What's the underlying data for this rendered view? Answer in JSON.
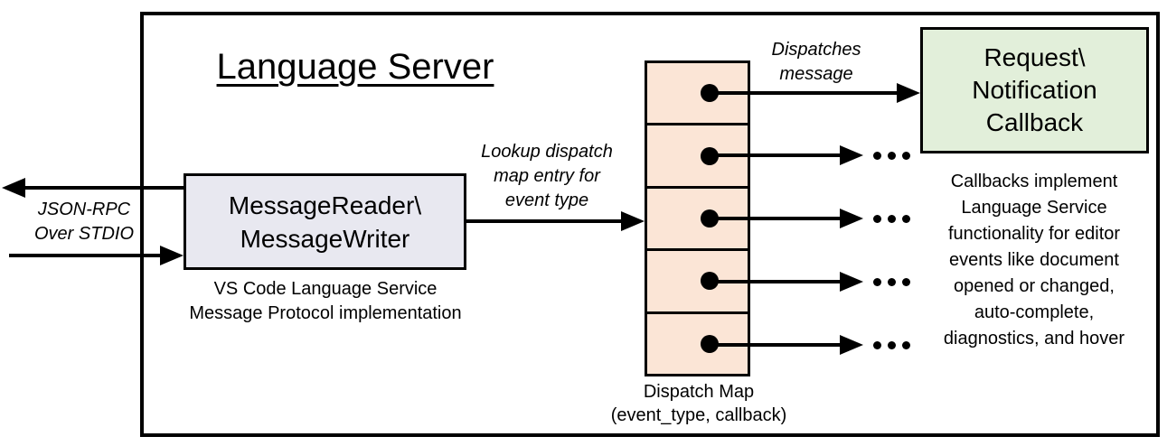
{
  "title": "Language Server",
  "stdio": {
    "label_line1": "JSON-RPC",
    "label_line2": "Over STDIO"
  },
  "message_box": {
    "line1": "MessageReader\\",
    "line2": "MessageWriter",
    "caption_line1": "VS Code Language Service",
    "caption_line2": "Message Protocol implementation"
  },
  "lookup_label": {
    "line1": "Lookup dispatch",
    "line2": "map entry for",
    "line3": "event type"
  },
  "dispatch_label": {
    "line1": "Dispatches",
    "line2": "message"
  },
  "dispatch_map": {
    "row_count": 5,
    "ellipsis": "...",
    "caption_line1": "Dispatch Map",
    "caption_line2": "(event_type, callback)"
  },
  "callback_box": {
    "line1": "Request\\",
    "line2": "Notification",
    "line3": "Callback"
  },
  "callback_note": {
    "line1": "Callbacks implement",
    "line2": "Language Service",
    "line3": "functionality for editor",
    "line4": "events like document",
    "line5": "opened or changed,",
    "line6": "auto-complete,",
    "line7": "diagnostics, and hover"
  },
  "colors": {
    "line": "#000000",
    "message_box_fill": "#e8e8f0",
    "map_cell_fill": "#fbe5d6",
    "callback_box_fill": "#e2efda"
  }
}
